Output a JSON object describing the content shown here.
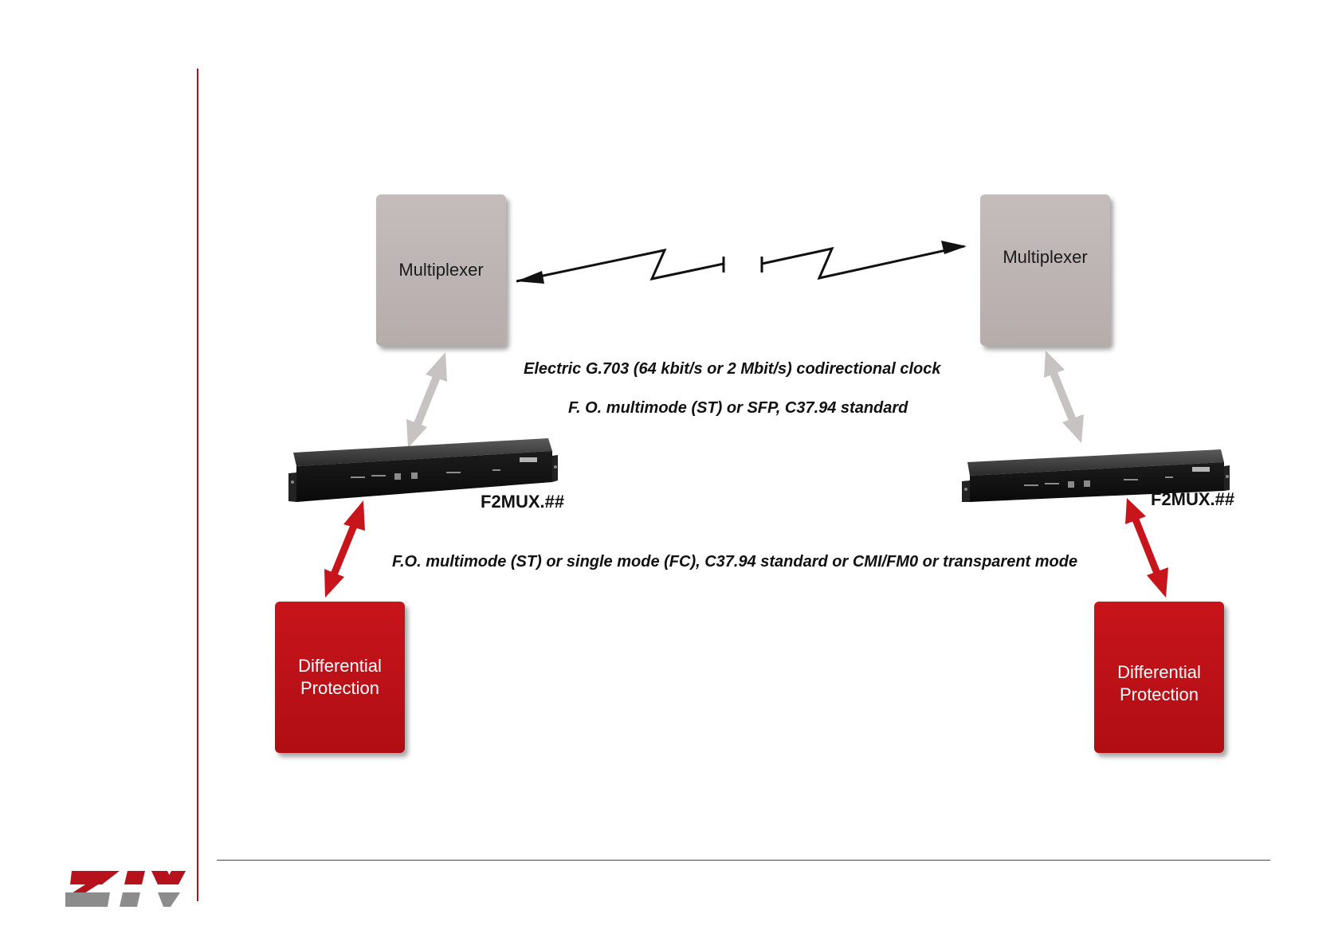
{
  "diagram": {
    "multiplexer_left": "Multiplexer",
    "multiplexer_right": "Multiplexer",
    "protection_left_line1": "Differential",
    "protection_left_line2": "Protection",
    "protection_right_line1": "Differential",
    "protection_right_line2": "Protection",
    "device_left_label": "F2MUX.##",
    "device_right_label": "F2MUX.##",
    "note_electric": "Electric G.703 (64 kbit/s or 2 Mbit/s) codirectional clock",
    "note_fo_multimode": "F. O. multimode (ST) or SFP, C37.94 standard",
    "note_fo_single": "F.O. multimode (ST) or single mode (FC), C37.94 standard or CMI/FM0 or transparent mode"
  },
  "logo": {
    "text": "ZIV",
    "color_top": "#b5121b",
    "color_bottom": "#8c8c8c"
  },
  "colors": {
    "accent_red": "#b5121b",
    "mux_gray": "#bdb5b3",
    "arrow_gray": "#c7c3c2"
  },
  "icons": [
    "lightning-link-arrow-icon",
    "double-arrow-icon",
    "rack-device-icon"
  ]
}
